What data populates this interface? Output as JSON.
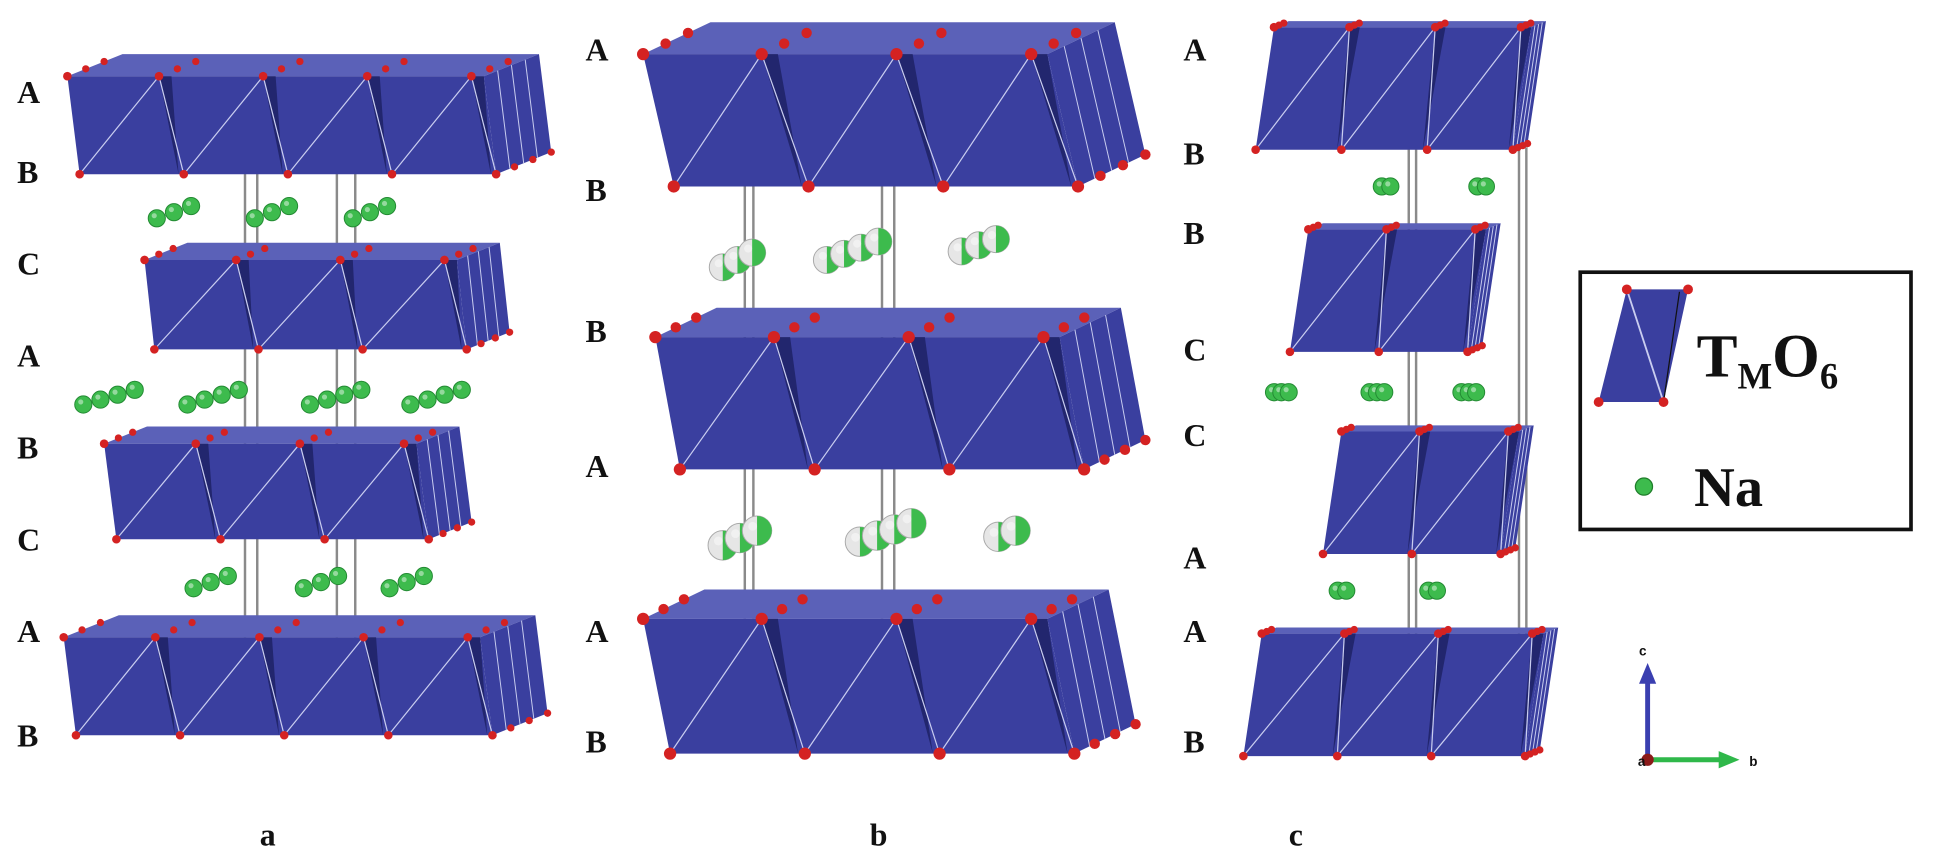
{
  "colors": {
    "polyhedron": "#3a3f9f",
    "polyhedron_dark": "#22266e",
    "polyhedron_back": "#5b61b8",
    "edge": "#c9cdf0",
    "oxygen": "#d42222",
    "sodium": "#3dbb4d",
    "rod": "#8a8a8a",
    "axis_c": "#3a3fb0",
    "axis_b": "#2fb84a",
    "axis_a": "#8b1a1a"
  },
  "panels": [
    {
      "letter": "a",
      "stacking": [
        "A",
        "B",
        "C",
        "A",
        "B",
        "C",
        "A",
        "B"
      ]
    },
    {
      "letter": "b",
      "stacking": [
        "A",
        "B",
        "B",
        "A",
        "A",
        "B"
      ]
    },
    {
      "letter": "c",
      "stacking": [
        "A",
        "B",
        "B",
        "C",
        "C",
        "A",
        "A",
        "B"
      ]
    }
  ],
  "legend": {
    "polyhedron_label": {
      "t": "T",
      "m": "M",
      "o": "O",
      "six": "6"
    },
    "sodium_label": "Na"
  },
  "axes": {
    "c": "c",
    "b": "b",
    "a": "a"
  }
}
